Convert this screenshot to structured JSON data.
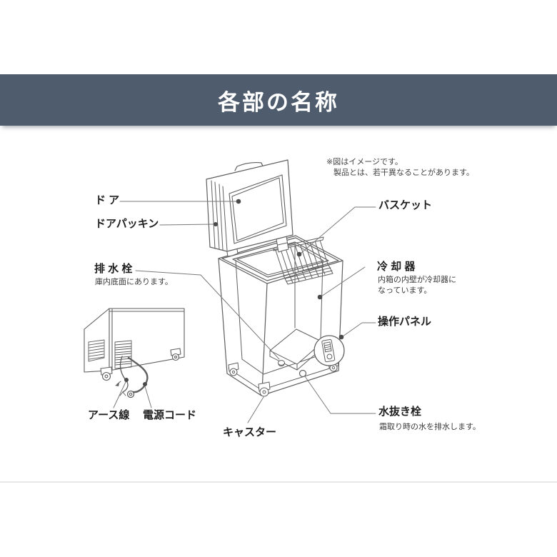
{
  "header": {
    "title": "各部の名称"
  },
  "disclaimer": {
    "line1": "※図はイメージです。",
    "line2": "製品とは、若干異なることがあります。"
  },
  "parts": {
    "door": {
      "label": "ド ア"
    },
    "door_packing": {
      "label": "ドアパッキン"
    },
    "drain_plug": {
      "label": "排 水 栓",
      "note": "庫内底面にあります。"
    },
    "basket": {
      "label": "バスケット"
    },
    "cooler": {
      "label": "冷 却 器",
      "note_line1": "内箱の内壁が冷却器に",
      "note_line2": "なっています。"
    },
    "control_panel": {
      "label": "操作パネル"
    },
    "water_drain": {
      "label": "水抜き栓",
      "note": "霜取り時の水を排水します。"
    },
    "caster": {
      "label": "キャスター"
    },
    "earth_wire": {
      "label": "アース線"
    },
    "power_cord": {
      "label": "電源コード"
    }
  },
  "colors": {
    "header_bg": "#4e5c6d",
    "header_text": "#ffffff",
    "line_art": "#5f5f5f",
    "leader_line": "#7a7a7a",
    "label_text": "#1f1f1f",
    "page_bg": "#ffffff",
    "divider": "#e7e8ea"
  }
}
